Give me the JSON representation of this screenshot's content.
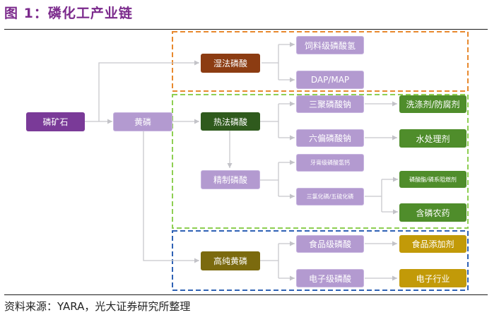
{
  "header": {
    "title": "图 1：磷化工产业链"
  },
  "footer": {
    "source": "资料来源：YARA，光大证券研究所整理"
  },
  "colors": {
    "title": "#7b2a8c",
    "group_orange": "#e8892e",
    "group_green": "#8ecf52",
    "group_blue": "#2f62b5",
    "lavender_node": "#b39ad0",
    "connector": "#c8c8cc"
  },
  "nodes": {
    "phosphate_rock": "磷矿石",
    "yellow_phosphorus": "黄磷",
    "wet_phosphoric_acid": "湿法磷酸",
    "feed_grade_dcp": "饲料级磷酸氢",
    "dap_map": "DAP/MAP",
    "thermal_phosphoric_acid": "热法磷酸",
    "stpp": "三聚磷酸钠",
    "shmp": "六偏磷酸钠",
    "detergent": "洗涤剂/防腐剂",
    "water_treatment": "水处理剂",
    "refined_phosphoric_acid": "精制磷酸",
    "toothpaste_dcp": "牙膏级磷酸氢钙",
    "phosphorus_chlorides_sulfides": "三氯化磷/五硫化磷",
    "organophosphorus_flame_retardant": "磷酸酯/磷系阻燃剂",
    "phosphorus_pesticide": "含磷农药",
    "high_purity_yellow_phosphorus": "高纯黄磷",
    "food_grade_phosphoric_acid": "食品级磷酸",
    "food_additive": "食品添加剂",
    "electronic_grade_phosphoric_acid": "电子级磷酸",
    "electronics_industry": "电子行业"
  }
}
